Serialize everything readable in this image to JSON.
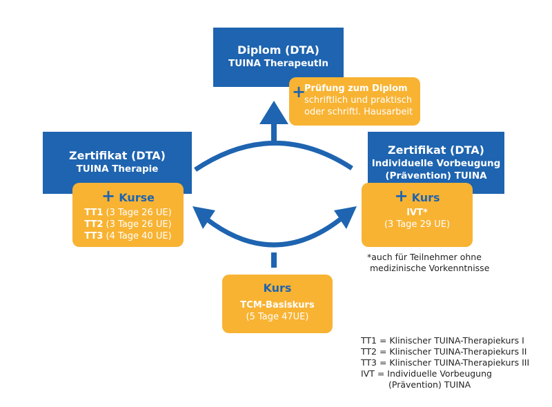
{
  "diplom": {
    "title": "Diplom (DTA)",
    "subtitle": "TUINA TherapeutIn"
  },
  "pruefung": {
    "plus": "+",
    "title": "Prüfung zum Diplom",
    "line1": "schriftlich und praktisch",
    "line2": "oder schriftl. Hausarbeit"
  },
  "zert_left": {
    "title": "Zertifikat (DTA)",
    "subtitle": "TUINA Therapie"
  },
  "kurse_left": {
    "plus": "+",
    "title": "Kurse",
    "items": [
      {
        "code": "TT1",
        "detail": " (3 Tage 26 UE)"
      },
      {
        "code": "TT2",
        "detail": " (3 Tage 26 UE)"
      },
      {
        "code": "TT3",
        "detail": " (4 Tage 40 UE)"
      }
    ]
  },
  "zert_right": {
    "title": "Zertifikat (DTA)",
    "line1": "Individuelle Vorbeugung",
    "line2": "(Prävention) TUINA"
  },
  "kurs_right": {
    "plus": "+",
    "title": "Kurs",
    "code": "IVT*",
    "detail": "(3 Tage 29 UE)"
  },
  "footnote": {
    "line1": "*auch für Teilnehmer ohne",
    "line2": "medizinische Vorkenntnisse"
  },
  "basis": {
    "title": "Kurs",
    "name": "TCM-Basiskurs",
    "detail": "(5 Tage 47UE)"
  },
  "legend": [
    "TT1 = Klinischer TUINA-Therapiekurs I",
    "TT2 = Klinischer TUINA-Therapiekurs II",
    "TT3 = Klinischer TUINA-Therapiekurs III",
    "IVT = Individuelle Vorbeugung",
    "(Prävention) TUINA"
  ],
  "colors": {
    "blue": "#1e64b0",
    "orange": "#f8b333"
  }
}
